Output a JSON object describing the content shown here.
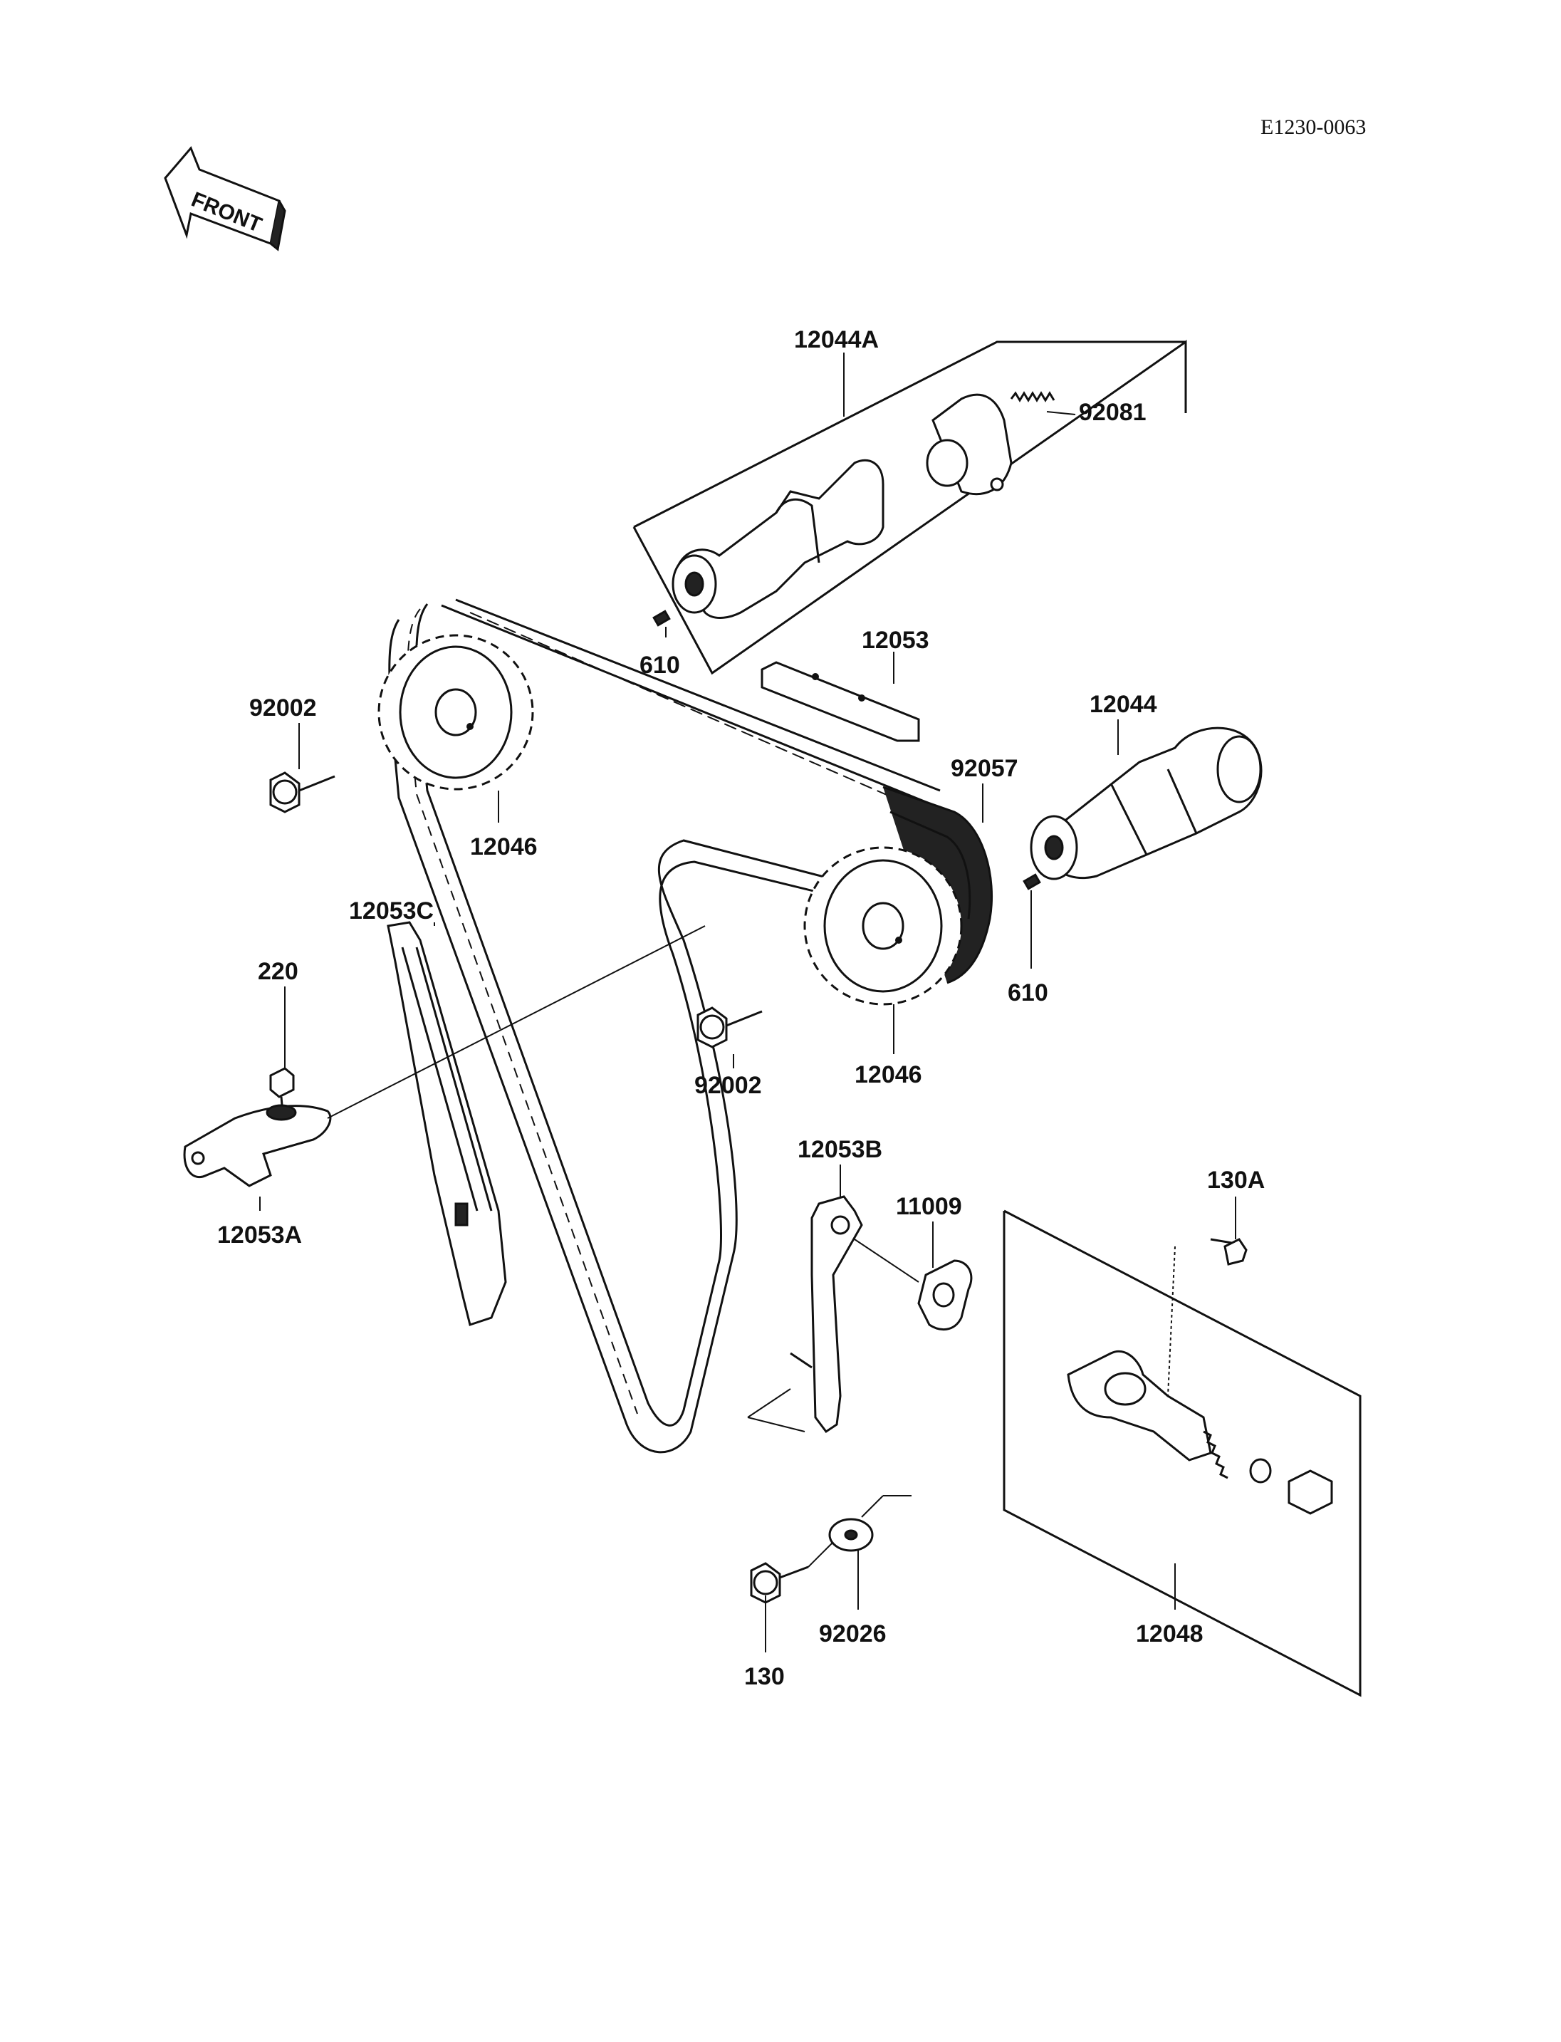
{
  "diagram": {
    "code": "E1230-0063",
    "front_label": "FRONT",
    "labels": {
      "camshaft_exhaust": "12044A",
      "spring": "92081",
      "pin_upper": "610",
      "guide_upper": "12053",
      "camshaft_intake": "12044",
      "chain": "92057",
      "bolt_upper_left": "92002",
      "sprocket_left": "12046",
      "pin_lower": "610",
      "sprocket_right": "12046",
      "bolt_center": "92002",
      "guide_c": "12053C",
      "bolt_220": "220",
      "guide_a": "12053A",
      "guide_b": "12053B",
      "gasket": "11009",
      "bolt_130a": "130A",
      "tensioner": "12048",
      "washer": "92026",
      "bolt_130": "130"
    }
  }
}
